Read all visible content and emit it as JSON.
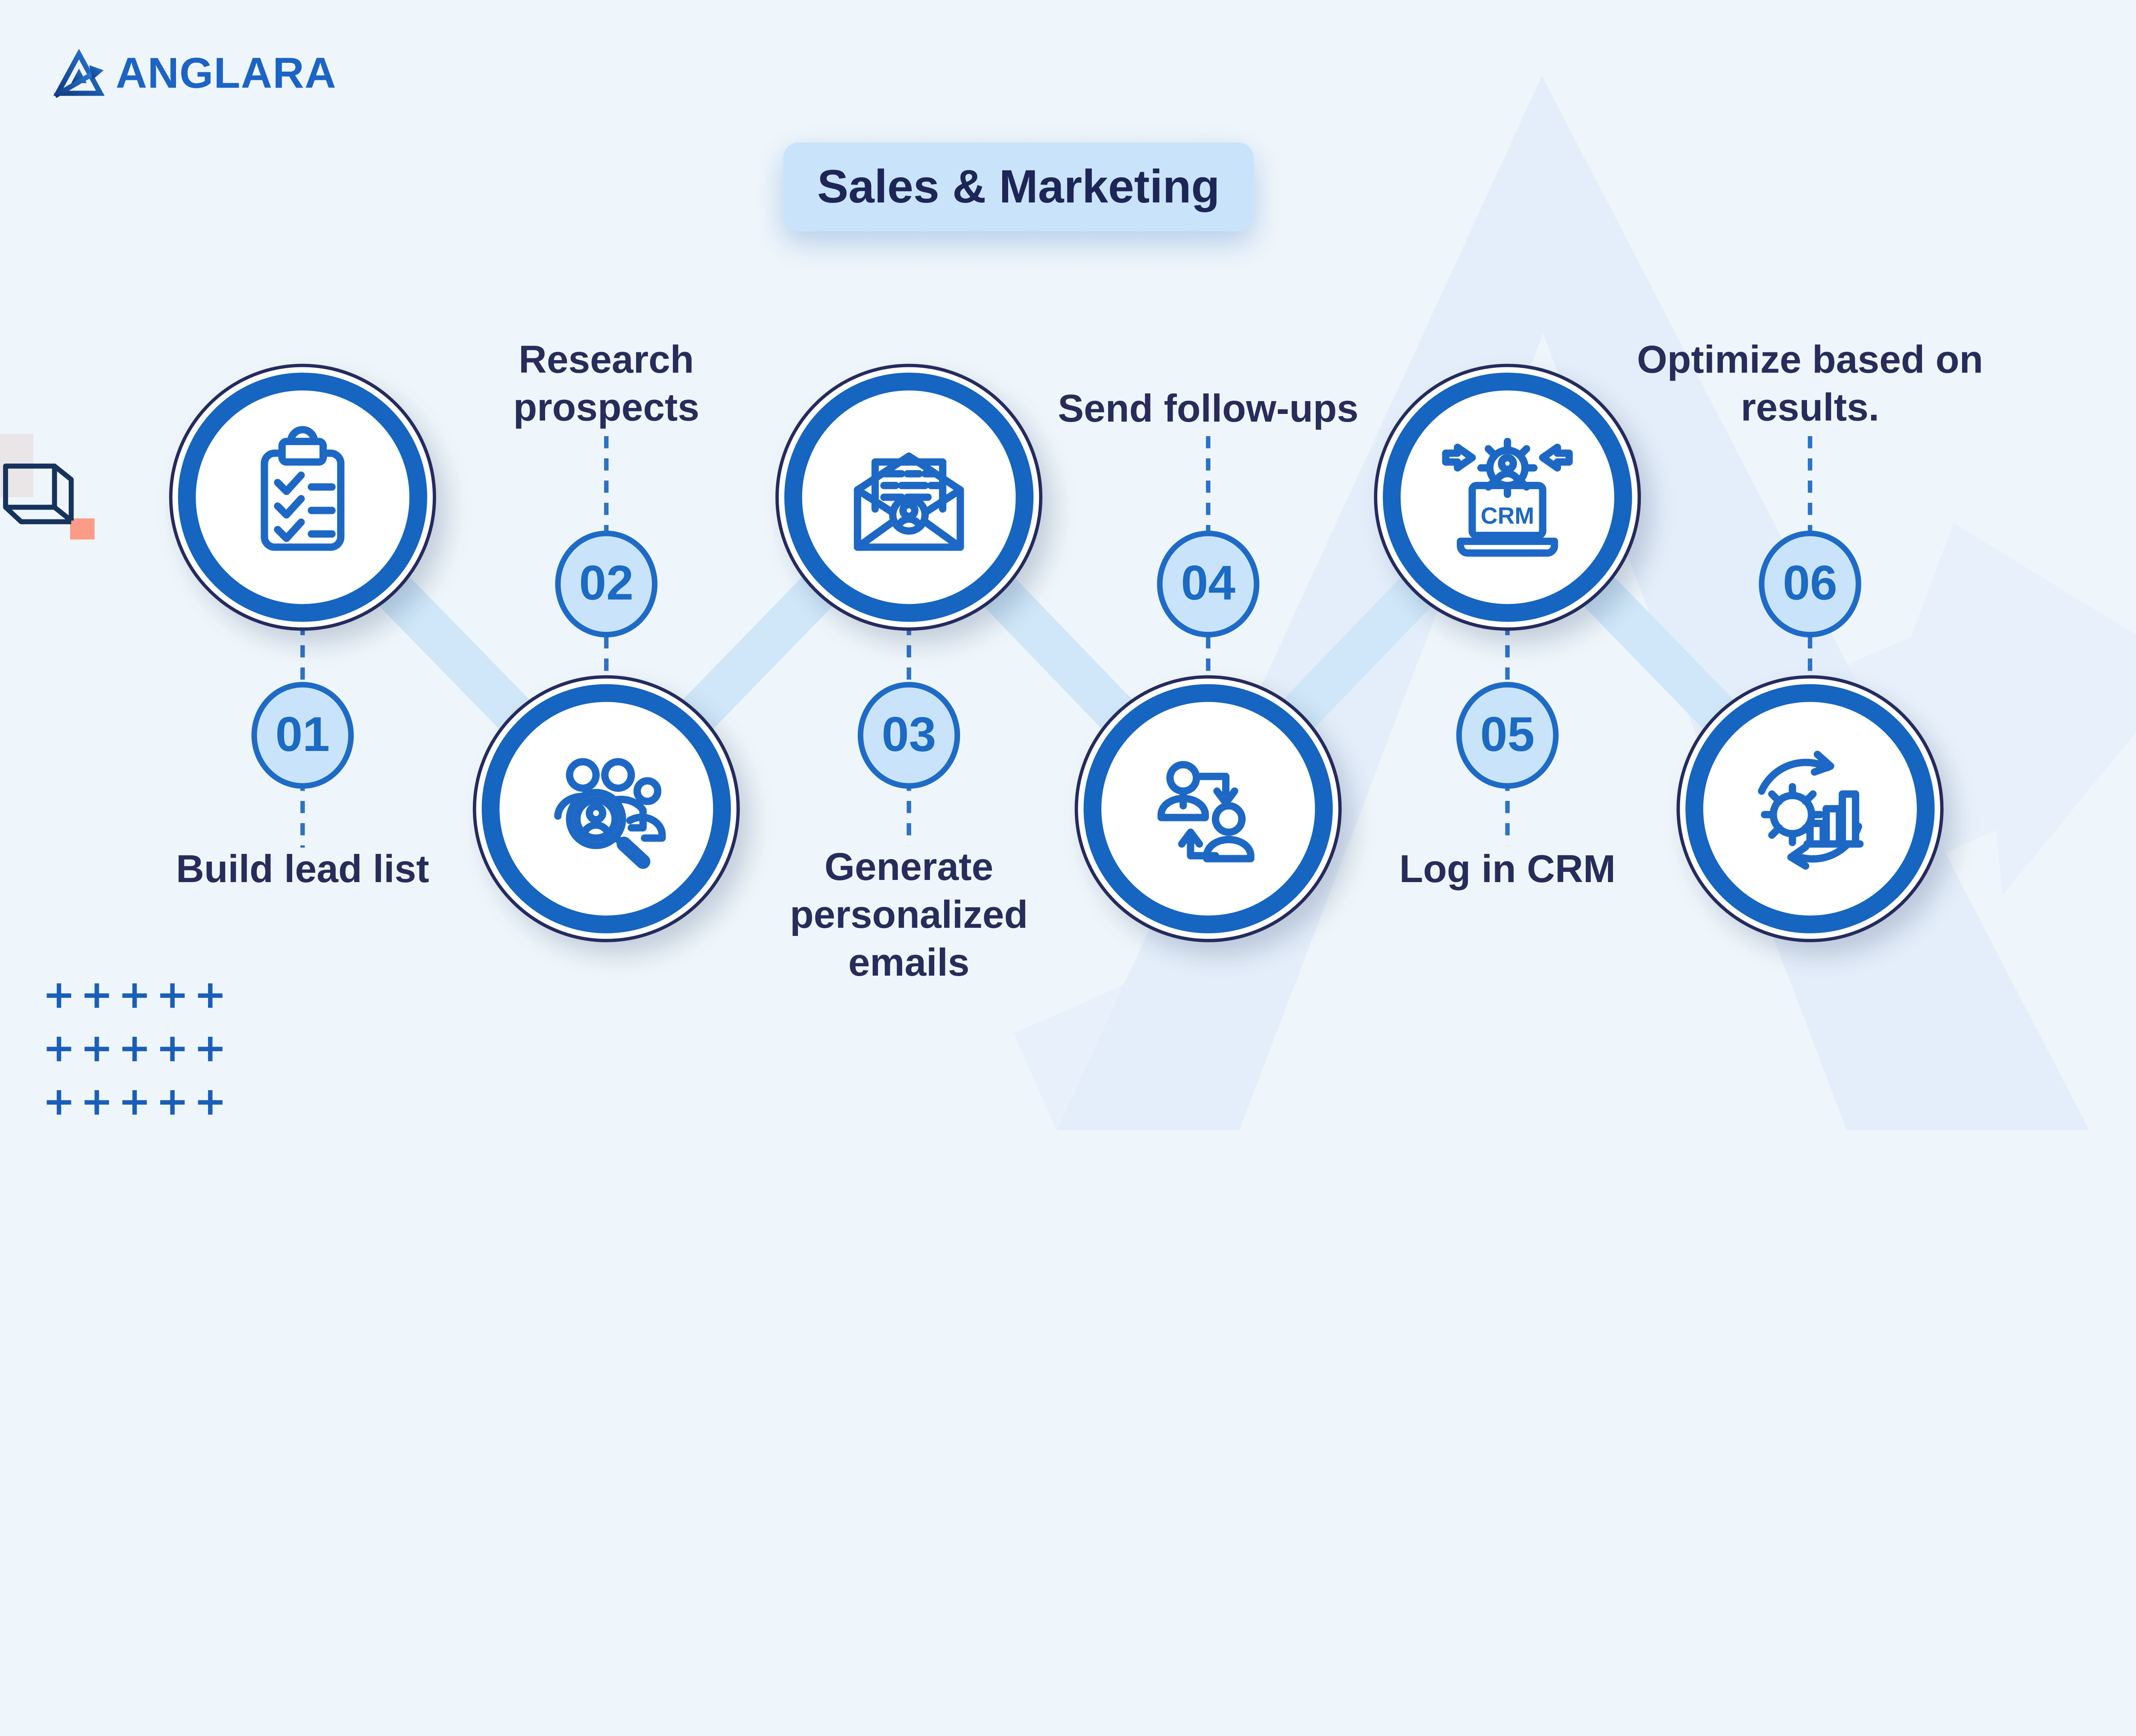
{
  "logo": {
    "brand": "ANGLARA",
    "icon": "anglara-triangle-arrow-logo"
  },
  "header": {
    "title": "Sales & Marketing"
  },
  "steps": [
    {
      "number": "01",
      "label": "Build lead list",
      "icon": "clipboard-checklist-icon"
    },
    {
      "number": "02",
      "label": "Research prospects",
      "icon": "prospect-search-icon"
    },
    {
      "number": "03",
      "label": "Generate personalized emails",
      "icon": "personalized-email-icon"
    },
    {
      "number": "04",
      "label": "Send follow-ups",
      "icon": "people-exchange-icon"
    },
    {
      "number": "05",
      "label": "Log in CRM",
      "icon": "crm-laptop-icon"
    },
    {
      "number": "06",
      "label": "Optimize based on results.",
      "icon": "optimize-gear-chart-icon"
    }
  ],
  "colors": {
    "background": "#eff6fb",
    "accent_blue": "#1d68c4",
    "ring_blue": "#1565c1",
    "navy_text": "#262d5b",
    "badge_fill": "#c9e4fa",
    "badge_text": "#1b6ac4",
    "band_light_blue": "#cfe7f8",
    "title_pill_fill": "#c9e4fa",
    "title_text": "#1e2557",
    "salmon_accent": "#fa9c88",
    "watermark_blue": "#e7f0fa",
    "plus_blue": "#1a5eb9"
  }
}
